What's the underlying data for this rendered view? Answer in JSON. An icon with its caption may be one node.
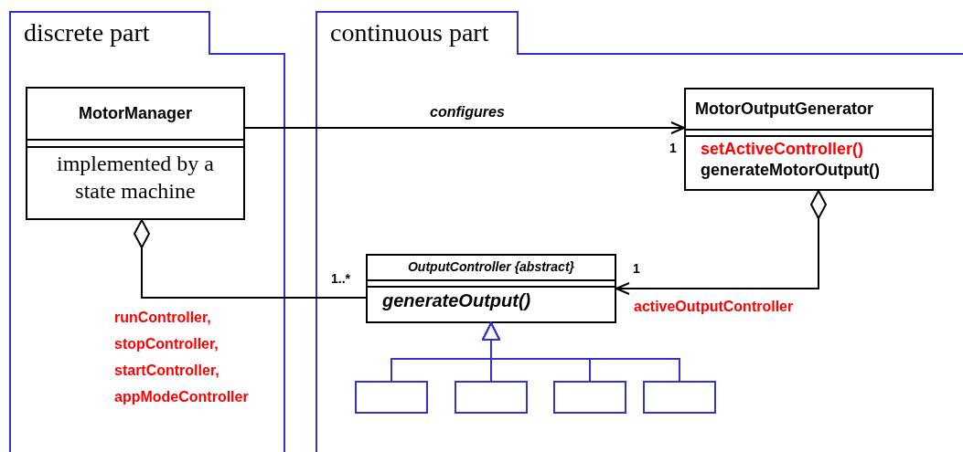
{
  "diagram": {
    "nodes": [
      {
        "text": [
          "discrete part"
        ]
      },
      {
        "text": [
          "MotorManager",
          "implemented by a state machine"
        ],
        "in": 0
      },
      {
        "text": [
          "continuous part"
        ]
      },
      {
        "text": [
          "MotorOutputGenerator",
          "setActiveController()",
          "generateMotorOutput()"
        ],
        "in": 2
      },
      {
        "text": [
          "OutputController {abstract}",
          "generateOutput()"
        ],
        "in": 2
      },
      {
        "text": [],
        "shape": "box",
        "in": 2
      },
      {
        "text": [],
        "shape": "box",
        "in": 2
      },
      {
        "text": [],
        "shape": "box",
        "in": 2
      },
      {
        "text": [],
        "shape": "box",
        "in": 2
      }
    ],
    "edges": [
      {
        "from": 1,
        "to": 3,
        "arrow": "to",
        "label": "configures",
        "color": "#000000"
      },
      {
        "from": 1,
        "to": 4,
        "arrow": "other",
        "label": "runController, stopController, startController, appModeController",
        "color": "#000000"
      },
      {
        "from": 3,
        "to": 4,
        "arrow": "to",
        "label": "activeOutputController",
        "color": "#000000"
      },
      {
        "from": 5,
        "to": 4,
        "arrow": "to",
        "color": "#3333cc"
      },
      {
        "from": 6,
        "to": 4,
        "arrow": "to",
        "color": "#3333cc"
      },
      {
        "from": 7,
        "to": 4,
        "arrow": "to",
        "color": "#3333cc"
      },
      {
        "from": 8,
        "to": 4,
        "arrow": "to",
        "color": "#3333cc"
      }
    ],
    "labels": [
      "1",
      "1..*",
      "1"
    ]
  }
}
